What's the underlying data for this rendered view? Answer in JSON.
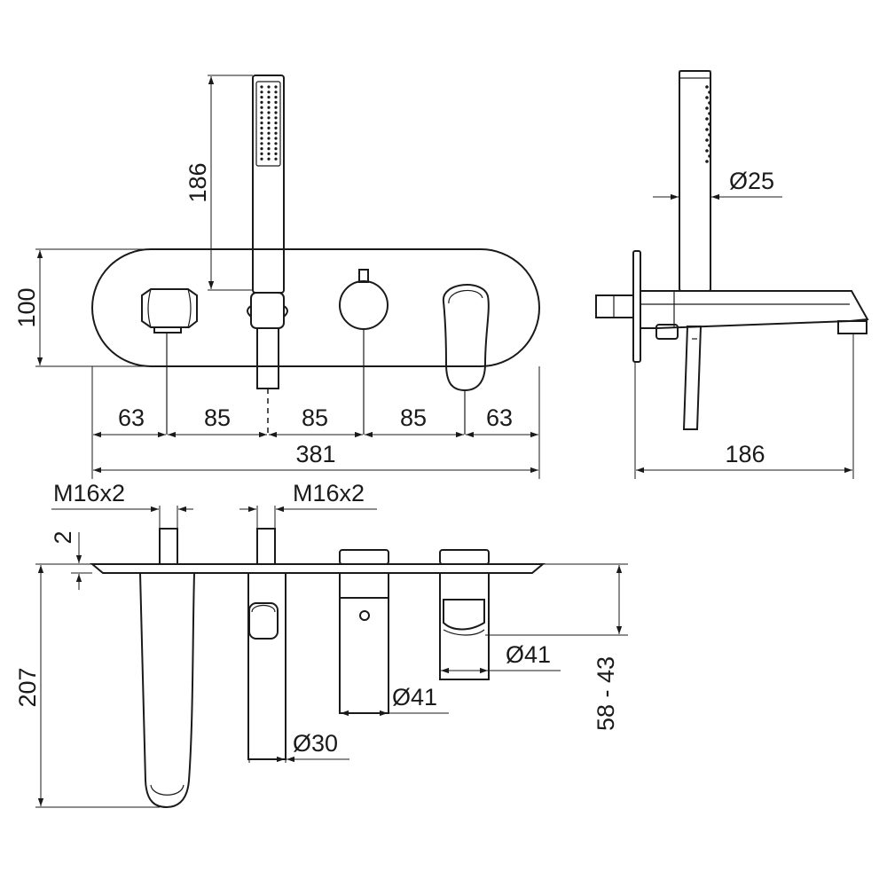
{
  "front_view": {
    "dim_hand_shower_height": "186",
    "dim_plate_height": "100",
    "dim_spacing_1": "63",
    "dim_spacing_2": "85",
    "dim_spacing_3": "85",
    "dim_spacing_4": "85",
    "dim_spacing_5": "63",
    "dim_total_width": "381"
  },
  "side_view": {
    "dim_handle_diameter": "Ø25",
    "dim_projection": "186"
  },
  "top_view": {
    "dim_thread_left": "M16x2",
    "dim_thread_right": "M16x2",
    "dim_plate_thickness": "2",
    "dim_spout_length": "207",
    "dim_diverter_diameter": "Ø30",
    "dim_knob_diameter": "Ø41",
    "dim_lever_diameter": "Ø41",
    "dim_wall_depth": "58 - 43"
  }
}
